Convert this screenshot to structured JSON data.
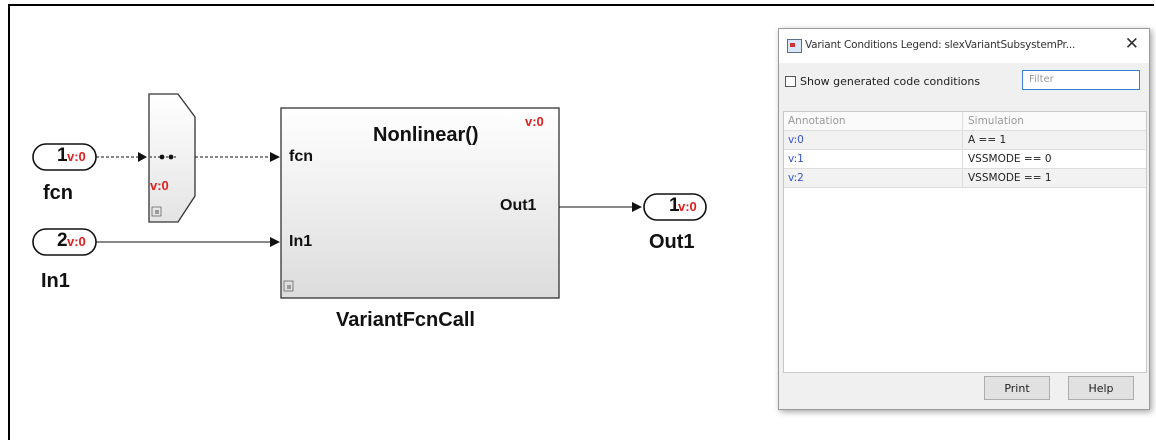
{
  "diagram": {
    "inport_fcn": {
      "number": "1",
      "variant": "v:0",
      "label": "fcn"
    },
    "inport_in1": {
      "number": "2",
      "variant": "v:0",
      "label": "In1"
    },
    "mux_variant": "v:0",
    "subsystem": {
      "title": "Nonlinear()",
      "variant": "v:0",
      "input_fcn": "fcn",
      "input_in1": "In1",
      "output_out1": "Out1",
      "name": "VariantFcnCall"
    },
    "outport": {
      "number": "1",
      "variant": "v:0",
      "label": "Out1"
    }
  },
  "legend_dialog": {
    "title": "Variant Conditions Legend: slexVariantSubsystemPr...",
    "show_generated_label": "Show generated code conditions",
    "filter_placeholder": "Filter",
    "columns": [
      "Annotation",
      "Simulation"
    ],
    "rows": [
      {
        "annotation": "v:0",
        "simulation": "A == 1"
      },
      {
        "annotation": "v:1",
        "simulation": "VSSMODE == 0"
      },
      {
        "annotation": "v:2",
        "simulation": "VSSMODE == 1"
      }
    ],
    "print_label": "Print",
    "help_label": "Help"
  },
  "colors": {
    "variant_tag": "#e02020",
    "annotation_link": "#3355cc",
    "filter_border": "#3c7fd0"
  }
}
